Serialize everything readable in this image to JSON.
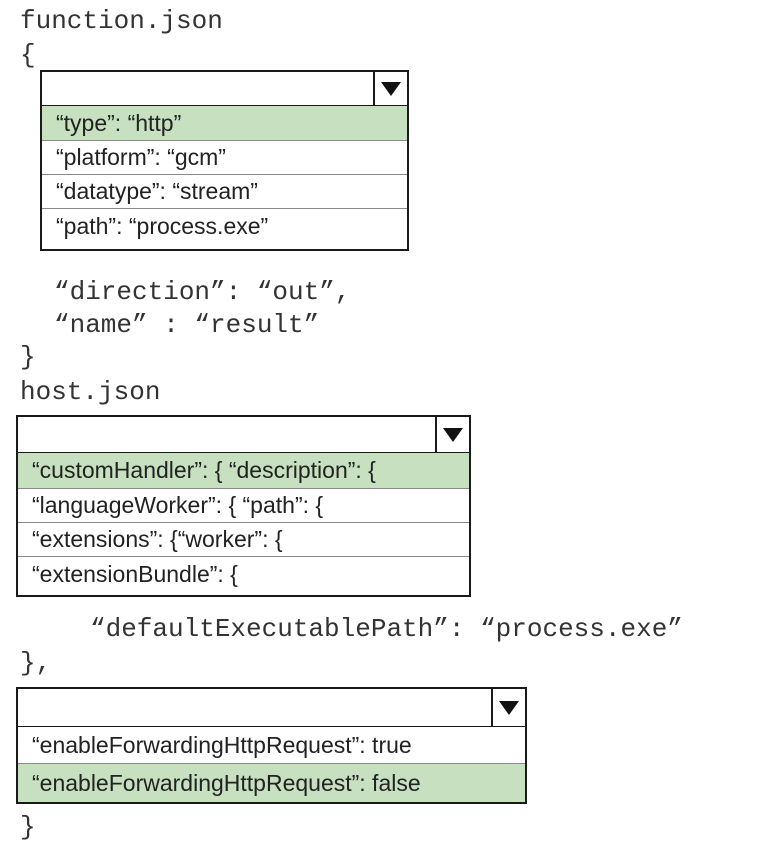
{
  "code": {
    "fn_title": "function.json",
    "open_brace_1": "{",
    "direction_line": "“direction”: “out”,",
    "name_line": "“name” : “result”",
    "close_brace_1": "}",
    "host_title": "host.json",
    "default_exec_line": "“defaultExecutablePath”: “process.exe”",
    "close_brace_comma": "},",
    "close_brace_2": "}"
  },
  "dropdown1": {
    "selected": "",
    "options": [
      {
        "label": "“type”: “http”",
        "highlighted": true
      },
      {
        "label": "“platform”: “gcm”",
        "highlighted": false
      },
      {
        "label": "“datatype”: “stream”",
        "highlighted": false
      },
      {
        "label": "“path”: “process.exe”",
        "highlighted": false
      }
    ]
  },
  "dropdown2": {
    "selected": "",
    "options": [
      {
        "label": "“customHandler”: { “description”: {",
        "highlighted": true
      },
      {
        "label": "“languageWorker”: { “path”: {",
        "highlighted": false
      },
      {
        "label": "“extensions”: {“worker”: {",
        "highlighted": false
      },
      {
        "label": "“extensionBundle”: {",
        "highlighted": false
      }
    ]
  },
  "dropdown3": {
    "selected": "",
    "options": [
      {
        "label": "“enableForwardingHttpRequest”: true",
        "highlighted": false
      },
      {
        "label": "“enableForwardingHttpRequest”: false",
        "highlighted": true
      }
    ]
  },
  "colors": {
    "highlight": "#c6e0c0",
    "border": "#1a1a1a"
  },
  "icons": {
    "dropdown_arrow": "triangle-down-icon"
  }
}
